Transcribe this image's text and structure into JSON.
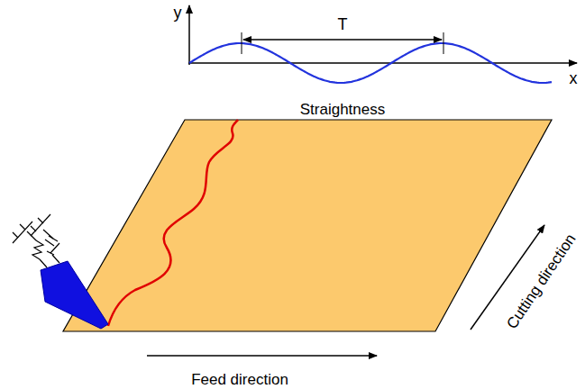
{
  "diagram": {
    "labels": [
      "y",
      "T",
      "x",
      "Straightness",
      "Feed direction",
      "Cutting direction"
    ]
  }
}
